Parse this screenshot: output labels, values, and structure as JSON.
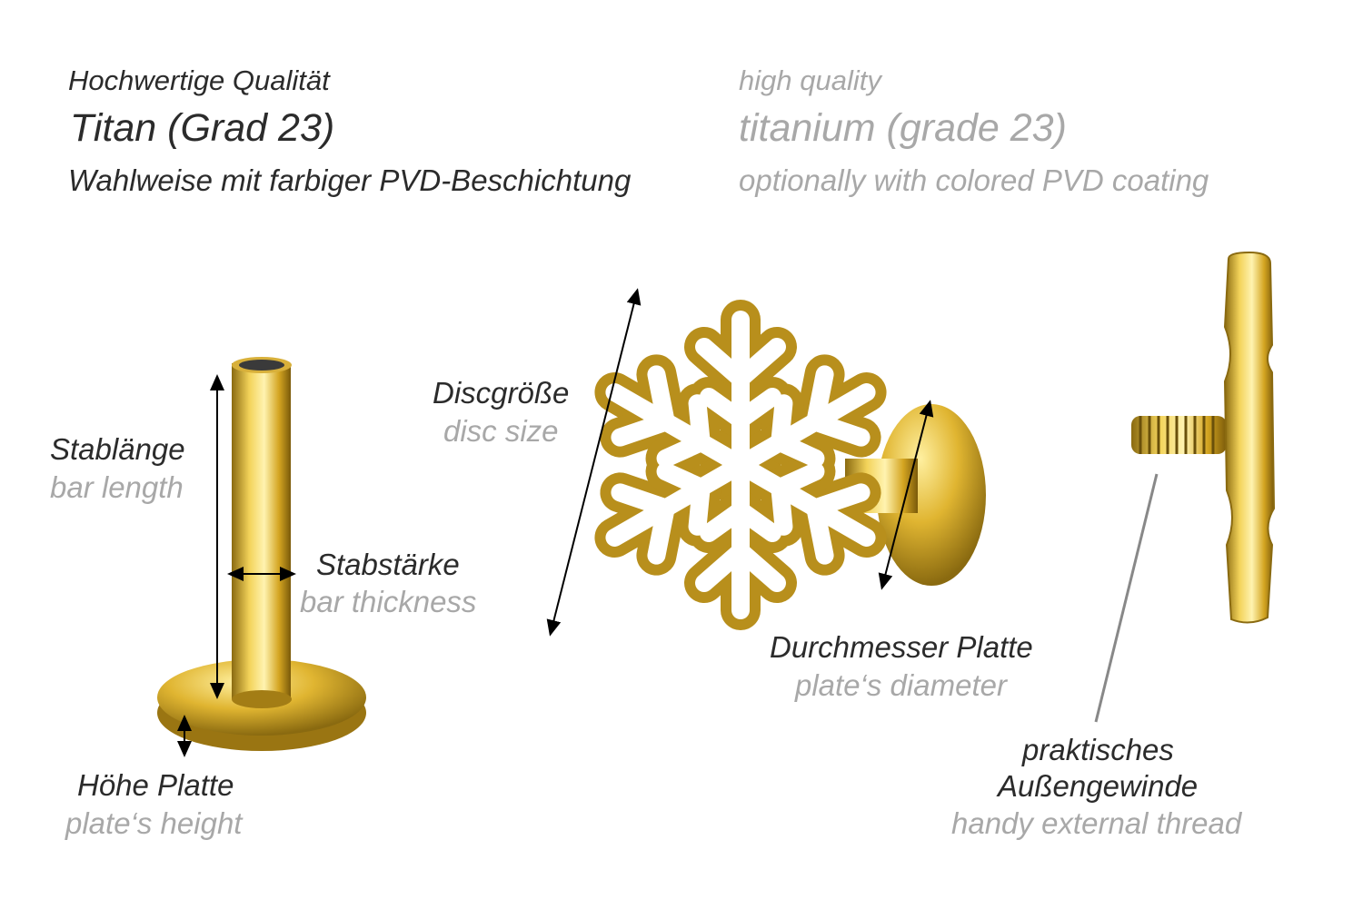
{
  "header": {
    "de": {
      "line1": "Hochwertige Qualität",
      "line2": "Titan (Grad 23)",
      "line3": "Wahlweise mit farbiger PVD-Beschichtung"
    },
    "en": {
      "line1": "high quality",
      "line2": "titanium (grade 23)",
      "line3": "optionally with colored PVD coating"
    }
  },
  "labels": {
    "bar_length": {
      "de": "Stablänge",
      "en": "bar length"
    },
    "bar_thickness": {
      "de": "Stabstärke",
      "en": "bar thickness"
    },
    "disc_size": {
      "de": "Discgröße",
      "en": "disc size"
    },
    "plate_diameter": {
      "de": "Durchmesser Platte",
      "en": "plate‘s diameter"
    },
    "plate_height": {
      "de": "Höhe Platte",
      "en": "plate‘s height"
    },
    "external_thread": {
      "de1": "praktisches",
      "de2": "Außengewinde",
      "en": "handy external thread"
    }
  },
  "colors": {
    "gold": "#d9b02a",
    "gold_dark": "#8a6a10",
    "german_text": "#2b2b2b",
    "english_text": "#a8a8a8"
  }
}
